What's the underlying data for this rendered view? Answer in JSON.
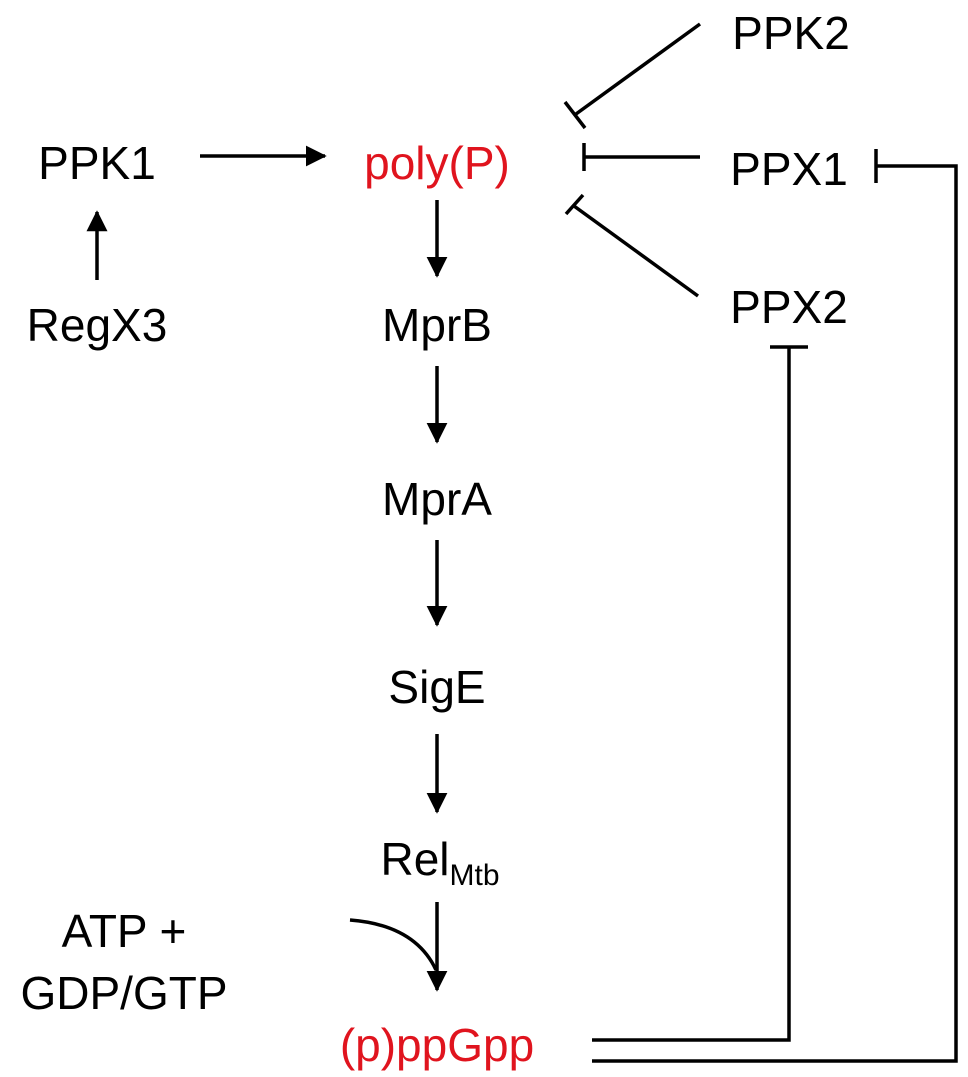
{
  "colors": {
    "black": "#000000",
    "highlight": "#e0141e",
    "background": "#ffffff"
  },
  "nodes": {
    "ppk1": "PPK1",
    "regx3": "RegX3",
    "polyp": "poly(P)",
    "mprb": "MprB",
    "mpra": "MprA",
    "sige": "SigE",
    "rel_main": "Rel",
    "rel_sub": "Mtb",
    "atp_line1": "ATP +",
    "atp_line2": "GDP/GTP",
    "ppgpp": "(p)ppGpp",
    "ppk2": "PPK2",
    "ppx1": "PPX1",
    "ppx2": "PPX2"
  },
  "edges": [
    {
      "from": "RegX3",
      "to": "PPK1",
      "type": "activation"
    },
    {
      "from": "PPK1",
      "to": "poly(P)",
      "type": "activation"
    },
    {
      "from": "poly(P)",
      "to": "MprB",
      "type": "activation"
    },
    {
      "from": "MprB",
      "to": "MprA",
      "type": "activation"
    },
    {
      "from": "MprA",
      "to": "SigE",
      "type": "activation"
    },
    {
      "from": "SigE",
      "to": "Rel",
      "type": "activation"
    },
    {
      "from": "Rel",
      "to": "(p)ppGpp",
      "type": "activation"
    },
    {
      "from": "ATP + GDP/GTP",
      "to": "(p)ppGpp",
      "type": "substrate"
    },
    {
      "from": "PPK2",
      "to": "poly(P)",
      "type": "inhibition"
    },
    {
      "from": "PPX1",
      "to": "poly(P)",
      "type": "inhibition"
    },
    {
      "from": "PPX2",
      "to": "poly(P)",
      "type": "inhibition"
    },
    {
      "from": "(p)ppGpp",
      "to": "PPX1",
      "type": "inhibition"
    },
    {
      "from": "(p)ppGpp",
      "to": "PPX2",
      "type": "inhibition"
    }
  ]
}
